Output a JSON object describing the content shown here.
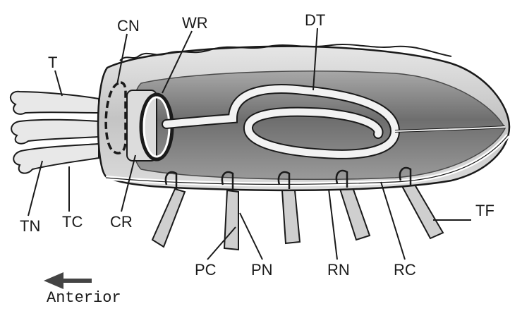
{
  "labels": {
    "T": "T",
    "CN": "CN",
    "WR": "WR",
    "DT": "DT",
    "TN": "TN",
    "TC": "TC",
    "CR": "CR",
    "PC": "PC",
    "PN": "PN",
    "RN": "RN",
    "RC": "RC",
    "TF": "TF"
  },
  "orientation": {
    "direction_label": "Anterior",
    "arrow_icon": "left-arrow-icon"
  },
  "colors": {
    "outline": "#1a1a1a",
    "body_fill": "#d9d9d9",
    "inner_dark": "#8a8a8a",
    "inner_mid": "#b5b5b5",
    "tube_fill": "#f2f2f2"
  }
}
